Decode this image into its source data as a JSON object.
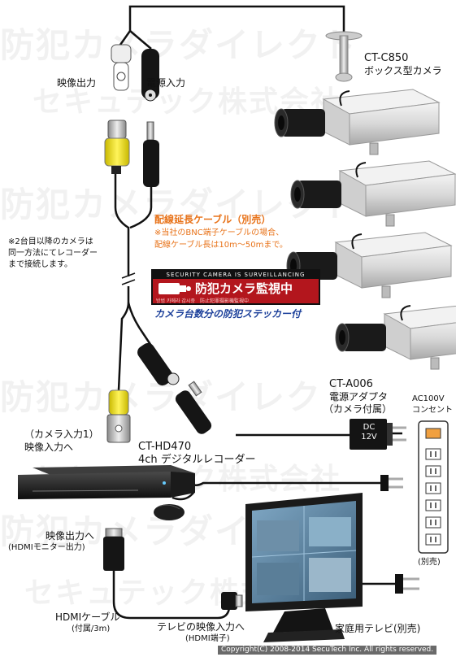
{
  "watermark": {
    "brand": "防犯カメラダイレクト",
    "company": "セキュテック株式会社"
  },
  "camera": {
    "model": "CT-C850",
    "type": "ボックス型カメラ"
  },
  "plugs": {
    "video_out": "映像出力",
    "power_in": "電源入力"
  },
  "extension": {
    "title": "配線延長ケーブル（別売）",
    "note_line1": "※当社のBNC端子ケーブルの場合、",
    "note_line2": "配線ケーブル長は10m～50mまで。"
  },
  "multi_camera_note": [
    "※2台目以降のカメラは",
    "同一方法にてレコーダー",
    "まで接続します。"
  ],
  "sticker": {
    "top_text": "SECURITY CAMERA IS SURVEILLANCING",
    "main_text": "防犯カメラ監視中",
    "sub_text": "방범 카메라 감시중　防止犯罪摄影機監視中",
    "caption": "カメラ台数分の防犯ステッカー付"
  },
  "adapter": {
    "model": "CT-A006",
    "name": "電源アダプタ",
    "note": "（カメラ付属）",
    "body_text_1": "DC",
    "body_text_2": "12V"
  },
  "outlet": {
    "voltage": "AC100V",
    "label": "コンセント",
    "note": "(別売)"
  },
  "recorder_input": {
    "line1": "（カメラ入力1）",
    "line2": "映像入力へ"
  },
  "recorder": {
    "model": "CT-HD470",
    "type": "4ch デジタルレコーダー"
  },
  "video_output": {
    "line1": "映像出力へ",
    "line2": "(HDMIモニター出力)"
  },
  "hdmi_cable": {
    "name": "HDMIケーブル",
    "note": "(付属/3m)"
  },
  "tv_input": {
    "line1": "テレビの映像入力へ",
    "line2": "(HDMI端子)"
  },
  "tv": {
    "name": "家庭用テレビ(別売)"
  },
  "copyright": "Copyright(C) 2008-2014 SecuTech Inc. All rights reserved.",
  "colors": {
    "cable": "#111111",
    "bnc_yellow": "#f4e800",
    "accent": "#e8731a",
    "sticker_red": "#b3161d",
    "outlet_active": "#f0a040"
  }
}
